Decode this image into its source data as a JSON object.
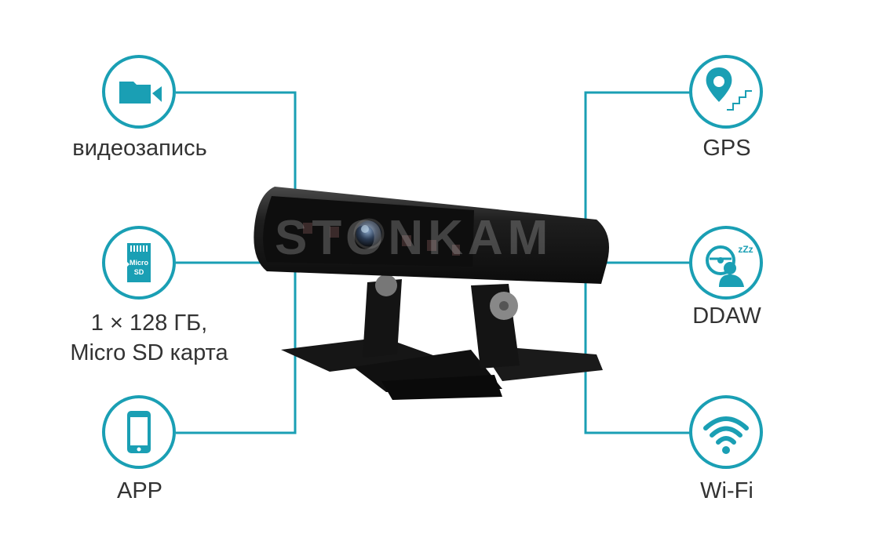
{
  "accent_color": "#1a9fb4",
  "watermark": "STONKAM",
  "features_left": [
    {
      "icon": "video-camera-icon",
      "label": "видеозапись"
    },
    {
      "icon": "micro-sd-card-icon",
      "label": "1 × 128 ГБ,",
      "label2": "Micro SD карта",
      "icon_text1": "Micro",
      "icon_text2": "SD"
    },
    {
      "icon": "smartphone-icon",
      "label": "APP"
    }
  ],
  "features_right": [
    {
      "icon": "gps-location-icon",
      "label": "GPS"
    },
    {
      "icon": "drowsy-driver-icon",
      "label": "DDAW",
      "icon_text": "zZz"
    },
    {
      "icon": "wifi-icon",
      "label": "Wi-Fi"
    }
  ]
}
